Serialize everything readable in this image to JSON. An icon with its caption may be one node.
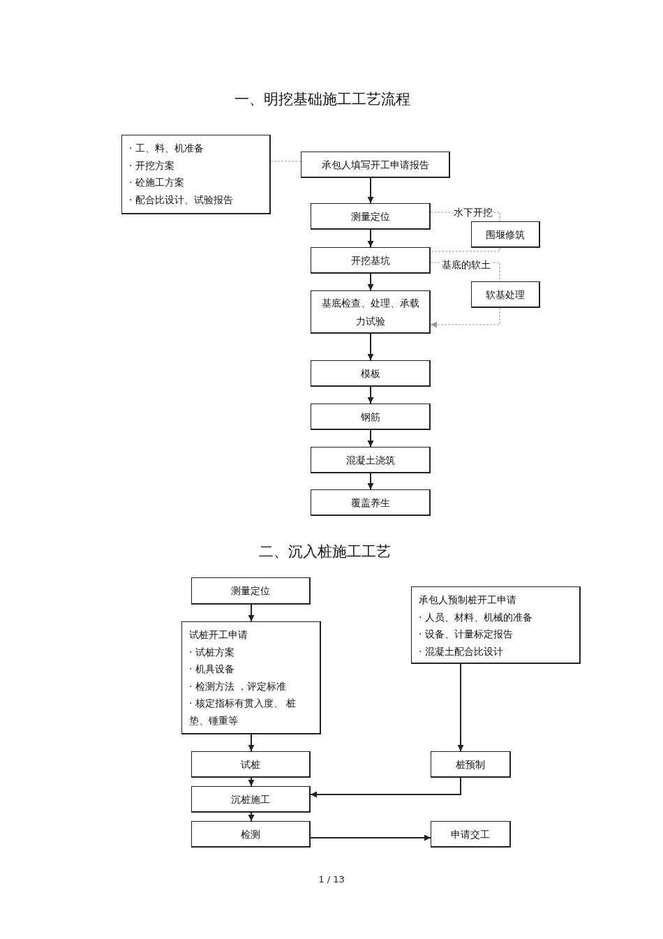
{
  "diagram": {
    "title": "一、明挖基础施工工艺流程",
    "nodes": [
      {
        "text": [
          "· 工、料、机准备",
          "· 开挖方案",
          "· 砼施工方案",
          "· 配合比设计、试验报告"
        ]
      },
      {
        "text": [
          "承包人填写开工申请报告"
        ]
      },
      {
        "text": [
          "测量定位"
        ]
      },
      {
        "text": [
          "围堰修筑"
        ]
      },
      {
        "text": [
          "开挖基坑"
        ]
      },
      {
        "text": [
          "软基处理"
        ]
      },
      {
        "text": [
          "基底检查、处理、承载力试验"
        ]
      },
      {
        "text": [
          "模板"
        ]
      },
      {
        "text": [
          "钢筋"
        ]
      },
      {
        "text": [
          "混凝土浇筑"
        ]
      },
      {
        "text": [
          "覆盖养生"
        ]
      },
      {
        "text": [
          "测量定位"
        ]
      },
      {
        "text": [
          "试桩开工申请",
          "· 试桩方案",
          "· 机具设备",
          "· 检测方法 ，评定标准",
          "· 核定指标有贯入度、 桩垫、锤重等"
        ]
      },
      {
        "text": [
          "承包人预制桩开工申请",
          "· 人员、材料、机械的准备",
          "· 设备、计量标定报告",
          "· 混凝土配合比设计"
        ]
      },
      {
        "text": [
          "试桩"
        ]
      },
      {
        "text": [
          "桩预制"
        ]
      },
      {
        "text": [
          "沉桩施工"
        ]
      },
      {
        "text": [
          "检测"
        ]
      },
      {
        "text": [
          "申请交工"
        ]
      }
    ],
    "edges": [
      {
        "from": 0,
        "to": 1,
        "arrow": "none",
        "style": "dashed",
        "color": "#999999"
      },
      {
        "from": 1,
        "to": 2,
        "arrow": "to"
      },
      {
        "from": 2,
        "to": 3,
        "arrow": "none",
        "label": "水下开挖",
        "style": "dashed",
        "color": "#999999"
      },
      {
        "from": 3,
        "to": 4,
        "arrow": "none",
        "style": "dashed",
        "color": "#999999"
      },
      {
        "from": 4,
        "to": 5,
        "arrow": "none",
        "label": "基底的软土",
        "style": "dashed",
        "color": "#999999"
      },
      {
        "from": 5,
        "to": 6,
        "arrow": "to",
        "style": "dashed",
        "color": "#999999"
      },
      {
        "from": 2,
        "to": 4,
        "arrow": "to"
      },
      {
        "from": 4,
        "to": 6,
        "arrow": "to"
      },
      {
        "from": 6,
        "to": 7,
        "arrow": "to"
      },
      {
        "from": 7,
        "to": 8,
        "arrow": "to"
      },
      {
        "from": 8,
        "to": 9,
        "arrow": "to"
      },
      {
        "from": 9,
        "to": 10,
        "arrow": "to"
      },
      {
        "from": 11,
        "to": 12,
        "arrow": "to"
      },
      {
        "from": 12,
        "to": 14,
        "arrow": "to"
      },
      {
        "from": 13,
        "to": 15,
        "arrow": "to"
      },
      {
        "from": 14,
        "to": 16,
        "arrow": "to"
      },
      {
        "from": 15,
        "to": 16,
        "arrow": "to"
      },
      {
        "from": 16,
        "to": 17,
        "arrow": "to"
      },
      {
        "from": 17,
        "to": 18,
        "arrow": "to"
      }
    ],
    "labels": [
      "二、沉入桩施工工艺",
      "1 / 13"
    ]
  }
}
